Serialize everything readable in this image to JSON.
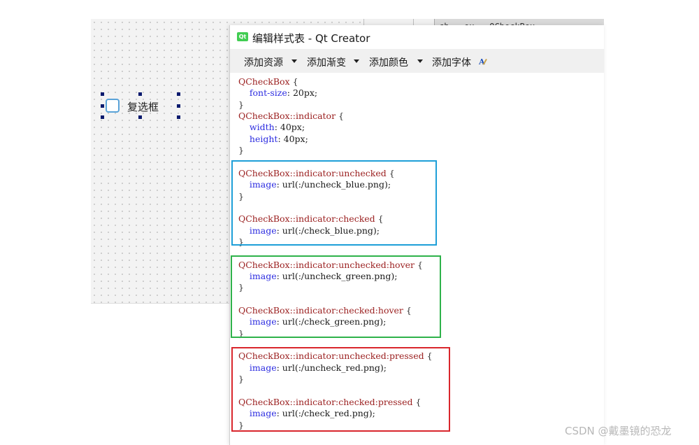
{
  "designer": {
    "checkbox_label": "复选框",
    "side_tab_text": "ch...ox - QCheckBox"
  },
  "dialog": {
    "title": "编辑样式表 - Qt Creator",
    "icon_text": "Qt",
    "toolbar": {
      "add_resource": "添加资源",
      "add_gradient": "添加渐变",
      "add_color": "添加颜色",
      "add_font": "添加字体"
    }
  },
  "code": [
    {
      "kind": "selector",
      "text": "QCheckBox {"
    },
    {
      "kind": "property",
      "prop": "font-size",
      "value": " 20px;"
    },
    {
      "kind": "close",
      "text": "}"
    },
    {
      "kind": "selector",
      "text": "QCheckBox::indicator {"
    },
    {
      "kind": "property",
      "prop": "width",
      "value": " 40px;"
    },
    {
      "kind": "property",
      "prop": "height",
      "value": " 40px;"
    },
    {
      "kind": "close",
      "text": "}"
    },
    {
      "kind": "blank",
      "text": ""
    },
    {
      "kind": "selector",
      "text": "QCheckBox::indicator:unchecked {"
    },
    {
      "kind": "property",
      "prop": "image",
      "value": " url(:/uncheck_blue.png);"
    },
    {
      "kind": "close",
      "text": "}"
    },
    {
      "kind": "blank",
      "text": ""
    },
    {
      "kind": "selector",
      "text": "QCheckBox::indicator:checked {"
    },
    {
      "kind": "property",
      "prop": "image",
      "value": " url(:/check_blue.png);"
    },
    {
      "kind": "close",
      "text": "}"
    },
    {
      "kind": "blank",
      "text": ""
    },
    {
      "kind": "selector",
      "text": "QCheckBox::indicator:unchecked:hover {"
    },
    {
      "kind": "property",
      "prop": "image",
      "value": " url(:/uncheck_green.png);"
    },
    {
      "kind": "close",
      "text": "}"
    },
    {
      "kind": "blank",
      "text": ""
    },
    {
      "kind": "selector",
      "text": "QCheckBox::indicator:checked:hover {"
    },
    {
      "kind": "property",
      "prop": "image",
      "value": " url(:/check_green.png);"
    },
    {
      "kind": "close",
      "text": "}"
    },
    {
      "kind": "blank",
      "text": ""
    },
    {
      "kind": "selector",
      "text": "QCheckBox::indicator:unchecked:pressed {"
    },
    {
      "kind": "property",
      "prop": "image",
      "value": " url(:/uncheck_red.png);"
    },
    {
      "kind": "close",
      "text": "}"
    },
    {
      "kind": "blank",
      "text": ""
    },
    {
      "kind": "selector",
      "text": "QCheckBox::indicator:checked:pressed {"
    },
    {
      "kind": "property",
      "prop": "image",
      "value": " url(:/check_red.png);"
    },
    {
      "kind": "close",
      "text": "}"
    }
  ],
  "highlight_colors": {
    "blue": "#1e9fd8",
    "green": "#2eb24a",
    "red": "#d9262c"
  },
  "watermark": "CSDN @戴墨镜的恐龙"
}
